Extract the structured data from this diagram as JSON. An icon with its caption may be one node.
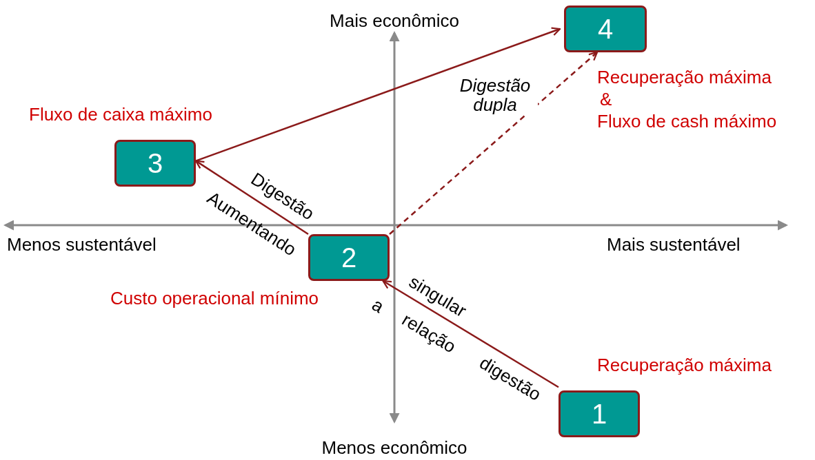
{
  "diagram": {
    "nodes": [
      {
        "text": [
          "1"
        ],
        "beside": [
          "Recuperação máxima"
        ]
      },
      {
        "text": [
          "2"
        ],
        "beside": [
          "Custo operacional mínimo"
        ]
      },
      {
        "text": [
          "3"
        ],
        "beside": [
          "Fluxo de caixa máximo"
        ]
      },
      {
        "text": [
          "4"
        ],
        "beside": [
          "Recuperação máxima",
          "&",
          "Fluxo de cash máximo"
        ]
      }
    ],
    "edges": [
      {
        "from": 0,
        "to": 1,
        "arrow": "to",
        "label": "singular"
      },
      {
        "from": 1,
        "to": 2,
        "arrow": "to",
        "label": "Digestão"
      },
      {
        "from": 2,
        "to": 3,
        "arrow": "to"
      },
      {
        "from": 1,
        "to": 3,
        "arrow": "to",
        "label": "Digestão dupla",
        "style": "dashed"
      }
    ],
    "labels": [
      "Mais econômico",
      "Menos sustentável",
      "Mais sustentável",
      "Aumentando",
      "a",
      "relação",
      "digestão",
      "Menos econômico"
    ]
  }
}
